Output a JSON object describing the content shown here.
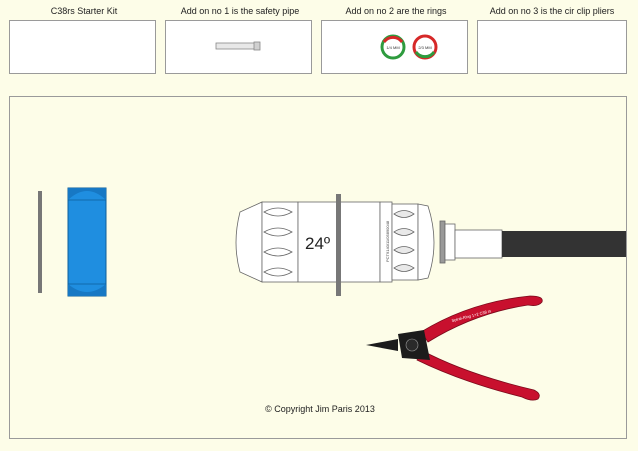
{
  "header": {
    "panels": [
      {
        "label": "C38rs Starter Kit"
      },
      {
        "label": "Add on no 1 is the safety pipe"
      },
      {
        "label": "Add on no 2 are the rings"
      },
      {
        "label": "Add on no 3 is the cir clip pliers"
      }
    ]
  },
  "rings": {
    "left": "1/4 MM",
    "right": "2/3 MM"
  },
  "device": {
    "angle": "24º",
    "serial": "PCT9140/11/05890048"
  },
  "pliers_text": "Spiral-Ring 1+2 C38 rs",
  "footer": {
    "copyright": "© Copyright Jim Paris 2013"
  },
  "colors": {
    "blue_part": "#1f8ee0",
    "cable": "#333333",
    "pliers_handle": "#c8102e",
    "ring_green": "#2e9b3e",
    "ring_red": "#d62828"
  }
}
